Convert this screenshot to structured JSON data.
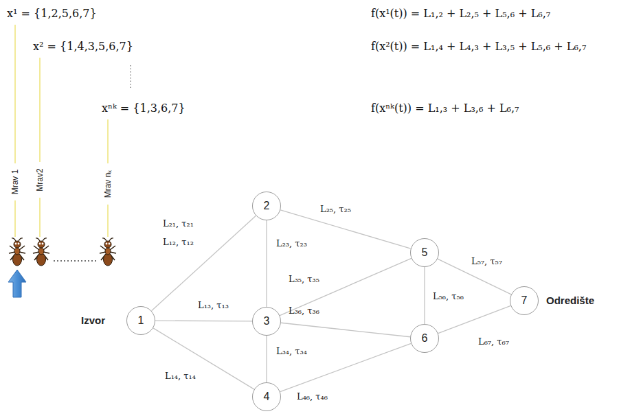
{
  "diagram": {
    "nodes": [
      {
        "text": [
          "1"
        ]
      },
      {
        "text": [
          "2"
        ]
      },
      {
        "text": [
          "3"
        ]
      },
      {
        "text": [
          "4"
        ]
      },
      {
        "text": [
          "5"
        ]
      },
      {
        "text": [
          "6"
        ]
      },
      {
        "text": [
          "7"
        ]
      }
    ],
    "edges": [
      {
        "from": 0,
        "to": 1,
        "arrow": "none",
        "label": "L₂₁, τ₂₁ L₁₂, τ₁₂"
      },
      {
        "from": 0,
        "to": 2,
        "arrow": "none",
        "label": "L₁₃, τ₁₃"
      },
      {
        "from": 0,
        "to": 3,
        "arrow": "none",
        "label": "L₁₄, τ₁₄"
      },
      {
        "from": 1,
        "to": 2,
        "arrow": "none",
        "label": "L₂₃, τ₂₃"
      },
      {
        "from": 1,
        "to": 4,
        "arrow": "none",
        "label": "L₂₅, τ₂₅"
      },
      {
        "from": 2,
        "to": 4,
        "arrow": "none",
        "label": "L₃₅, τ₃₅"
      },
      {
        "from": 2,
        "to": 5,
        "arrow": "none",
        "label": "L₃₆, τ₃₆"
      },
      {
        "from": 2,
        "to": 3,
        "arrow": "none",
        "label": "L₃₄, τ₃₄"
      },
      {
        "from": 3,
        "to": 5,
        "arrow": "none",
        "label": "L₄₆, τ₄₆"
      },
      {
        "from": 4,
        "to": 5,
        "arrow": "none",
        "label": "L₅₆, τ₅₆"
      },
      {
        "from": 4,
        "to": 6,
        "arrow": "none",
        "label": "L₅₇, τ₅₇"
      },
      {
        "from": 5,
        "to": 6,
        "arrow": "none",
        "label": "L₆₇, τ₆₇"
      }
    ],
    "labels": [
      "x¹ = {1,2,5,6,7}",
      "f(x¹(t)) = L₁,₂ + L₂,₅ + L₅,₆ + L₆,₇",
      "x² = {1,4,3,5,6,7}",
      "f(x²(t)) = L₁,₄ + L₄,₃ + L₃,₅ + L₅,₆ + L₆,₇",
      "xⁿᵏ = {1,3,6,7}",
      "f(xⁿᵏ(t)) = L₁,₃ + L₃,₆ + L₆,₇",
      "Mrav 1",
      "Mrav2",
      "Mrav nₖ",
      "Izvor",
      "Odredište"
    ]
  }
}
